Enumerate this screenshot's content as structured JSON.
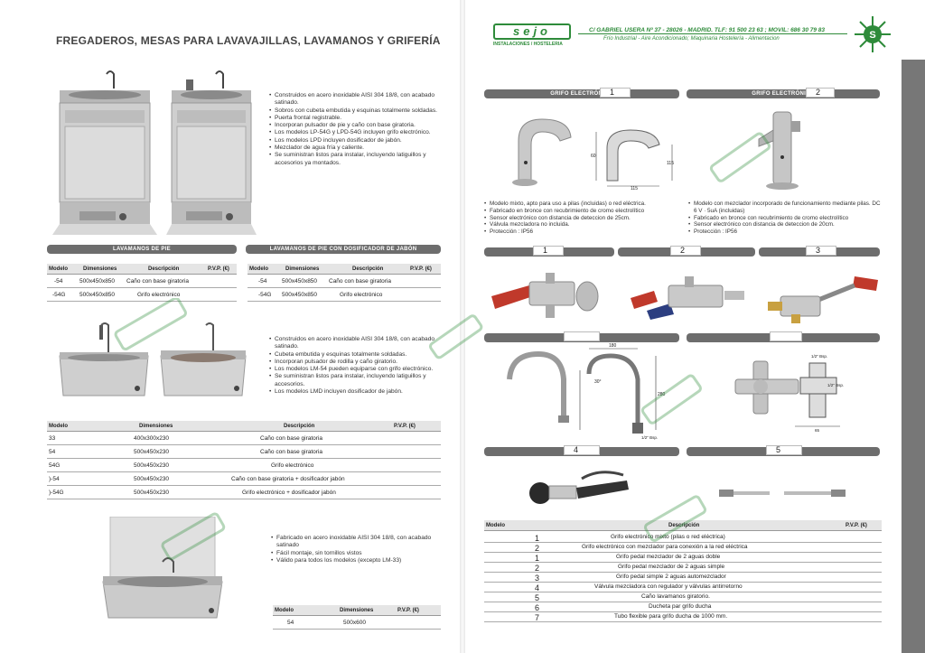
{
  "left": {
    "title": "FREGADEROS, MESAS PARA LAVAVAJILLAS, LAVAMANOS Y GRIFERÍA",
    "section1": {
      "bullets": [
        "Construidos en acero inoxidable AISI 304 18/8, con acabado satinado.",
        "Sobros con cubeta embutida y esquinas totalmente soldadas.",
        "Puerta frontal registrable.",
        "Incorporan pulsador de pie y caño con base giratoria.",
        "Los modelos LP-54G y LPD-54G incluyen grifo electrónico.",
        "Los modelos LPD incluyen dosificador de jabón.",
        "Mezclador de agua fría y caliente.",
        "Se suministran listos para instalar, incluyendo latiguillos y accesorios ya montados."
      ],
      "bar_a": "LAVAMANOS DE PIE",
      "bar_b": "LAVAMANOS DE PIE CON DOSIFICADOR DE JABÓN",
      "headers": [
        "Modelo",
        "Dimensiones",
        "Descripción",
        "P.V.P. (€)"
      ],
      "rows_a": [
        [
          "-54",
          "500x450x850",
          "Caño con base giratoria"
        ],
        [
          "-54G",
          "500x450x850",
          "Grifo electrónico"
        ]
      ],
      "rows_b": [
        [
          "-54",
          "500x450x850",
          "Caño con base giratoria"
        ],
        [
          "-54G",
          "500x450x850",
          "Grifo electrónico"
        ]
      ]
    },
    "section2": {
      "bullets": [
        "Construidos en acero inoxidable AISI 304 18/8, con acabado satinado.",
        "Cubeta embutida y esquinas totalmente soldadas.",
        "Incorporan pulsador de rodilla y caño giratorio.",
        "Los modelos LM-54 pueden equiparse con grifo electrónico.",
        "Se suministran listos para instalar, incluyendo latiguillos y accesorios.",
        "Los modelos LMD incluyen dosificador de jabón."
      ],
      "headers": [
        "Modelo",
        "Dimensiones",
        "Descripción",
        "P.V.P. (€)"
      ],
      "rows": [
        [
          "33",
          "400x300x230",
          "Caño con base giratoria"
        ],
        [
          "54",
          "500x450x230",
          "Caño con base giratoria"
        ],
        [
          "54G",
          "500x450x230",
          "Grifo electrónico"
        ],
        [
          ")-54",
          "500x450x230",
          "Caño con base giratoria + dosificador jabón"
        ],
        [
          ")-54G",
          "500x450x230",
          "Grifo electrónico + dosificador jabón"
        ]
      ]
    },
    "section3": {
      "bullets": [
        "Fabricado en acero inoxidable AISI 304 18/8, con acabado satinado",
        "Fácil montaje, sin tornillos vistos",
        "Válido para todos los modelos (excepto LM-33)"
      ],
      "headers": [
        "Modelo",
        "Dimensiones",
        "P.V.P. (€)"
      ],
      "rows": [
        [
          "54",
          "500x600"
        ]
      ]
    }
  },
  "right": {
    "logo": "sejo",
    "logo_sub": "INSTALACIONES / HOSTELERIA",
    "address": "C/ GABRIEL USERA Nº 37 - 28026 - MADRID. TLF: 91 500 23 63 ; MOVIL: 686 30 79 83",
    "services": "Frío Industrial - Aire Acondicionado; Maquinaria Hostelería - Alimentacion",
    "bar1": "GRIFO ELECTRÓNICO",
    "bar1_num": "1",
    "bar2": "GRIFO ELECTRÓNICO",
    "bar2_num": "2",
    "dims_a": [
      "115",
      "60",
      "115"
    ],
    "bullets1": [
      "Modelo mixto, apto para uso a pilas (incluidas) o red eléctrica.",
      "Fabricado en bronce con recubrimiento de cromo electrolítico",
      "Sensor electrónico con distancia de deteccion de 25cm.",
      "Válvula mezcladora no incluida.",
      "Protección : IP56"
    ],
    "bullets2": [
      "Modelo con mezclador incorporado de funcionamiento mediante pilas. DC 6 V · 5uA (incluidas)",
      "Fabricado en bronce con recubrimiento de cromo electrolítico",
      "Sensor electrónico con distancia de deteccion de 20cm.",
      "Protección : IP56"
    ],
    "pedal_nums": [
      "1",
      "2",
      "3"
    ],
    "dims_b": [
      "180",
      "30°",
      "280",
      "1/2\" Bsp."
    ],
    "dims_c": [
      "1/2\" Bsp.",
      "1/2\" Bsp.",
      "65"
    ],
    "bottom_nums": [
      "4",
      "5"
    ],
    "headers": [
      "Modelo",
      "Descripción",
      "P.V.P. (€)"
    ],
    "rows": [
      [
        "1",
        "Grifo electrónico mixto (pilas o red eléctrica)"
      ],
      [
        "2",
        "Grifo electrónico con mezclador  para conexión a la red eléctrica"
      ],
      [
        "1",
        "Grifo pedal mezclador de 2 aguas doble"
      ],
      [
        "2",
        "Grifo pedal mezclador de 2 aguas simple"
      ],
      [
        "3",
        "Grifo pedal simple 2 aguas automezclador"
      ],
      [
        "4",
        "Válvula mezcladora con regulador y válvulas antirretorno"
      ],
      [
        "5",
        "Caño lavamanos giratorio."
      ],
      [
        "6",
        "Ducheta par grifo ducha"
      ],
      [
        "7",
        "Tubo flexible para grifo ducha  de 1000 mm."
      ]
    ]
  },
  "colors": {
    "brand": "#2e8b3a",
    "bar": "#6d6d6d"
  }
}
